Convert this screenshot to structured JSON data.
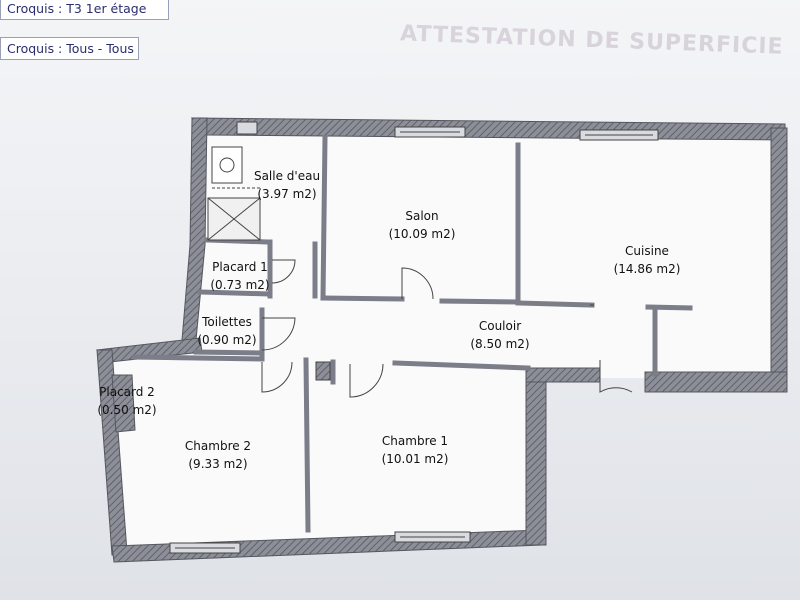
{
  "header": {
    "plan_title": "Croquis :  T3 1er étage",
    "plan_filter": "Croquis : Tous - Tous"
  },
  "watermark_text": "ATTESTATION DE SUPERFICIE",
  "rooms": [
    {
      "id": "salle-d-eau",
      "name": "Salle d'eau",
      "area": "(3.97 m2)"
    },
    {
      "id": "salon",
      "name": "Salon",
      "area": "(10.09 m2)"
    },
    {
      "id": "cuisine",
      "name": "Cuisine",
      "area": "(14.86 m2)"
    },
    {
      "id": "placard-1",
      "name": "Placard 1",
      "area": "(0.73 m2)"
    },
    {
      "id": "toilettes",
      "name": "Toilettes",
      "area": "(0.90 m2)"
    },
    {
      "id": "couloir",
      "name": "Couloir",
      "area": "(8.50 m2)"
    },
    {
      "id": "placard-2",
      "name": "Placard 2",
      "area": "(0.50 m2)"
    },
    {
      "id": "chambre-2",
      "name": "Chambre 2",
      "area": "(9.33 m2)"
    },
    {
      "id": "chambre-1",
      "name": "Chambre 1",
      "area": "(10.01 m2)"
    }
  ],
  "colors": {
    "wall_fill": "#8d8f98",
    "wall_hatch": "#5f616a",
    "partition": "#7b7d88",
    "floor": "#fafafa"
  }
}
